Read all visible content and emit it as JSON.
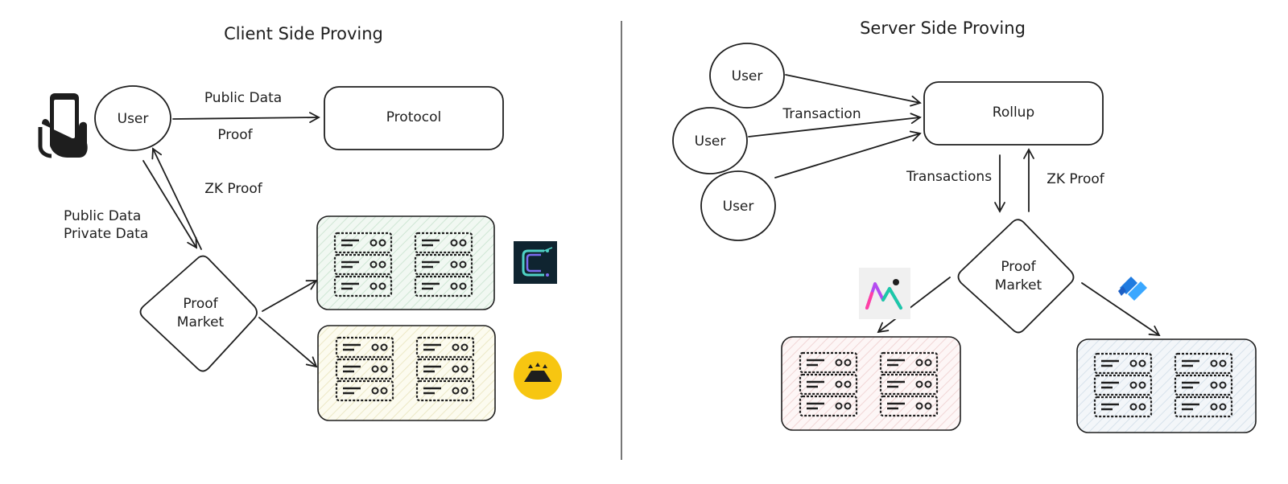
{
  "client": {
    "title": "Client Side Proving",
    "user": "User",
    "protocol": "Protocol",
    "public_data": "Public Data",
    "proof": "Proof",
    "zk_proof": "ZK Proof",
    "public_data_2": "Public Data",
    "private_data": "Private Data",
    "proof_market_1": "Proof",
    "proof_market_2": "Market"
  },
  "server": {
    "title": "Server Side Proving",
    "user_a": "User",
    "user_b": "User",
    "user_c": "User",
    "rollup": "Rollup",
    "transaction": "Transaction",
    "transactions": "Transactions",
    "zk_proof": "ZK Proof",
    "proof_market_1": "Proof",
    "proof_market_2": "Market"
  },
  "colors": {
    "stroke": "#1e1e1e",
    "server_green": "#e6f4ea",
    "server_yellow": "#fbf8e3",
    "server_pink": "#fbecec",
    "server_blue": "#e8eef3",
    "logo_yellow": "#f7c611",
    "logo_dark": "#0f2430"
  },
  "icons": [
    "phone-hand-icon",
    "cysic-logo",
    "gevulot-logo",
    "succinct-logo",
    "layer-logo"
  ]
}
